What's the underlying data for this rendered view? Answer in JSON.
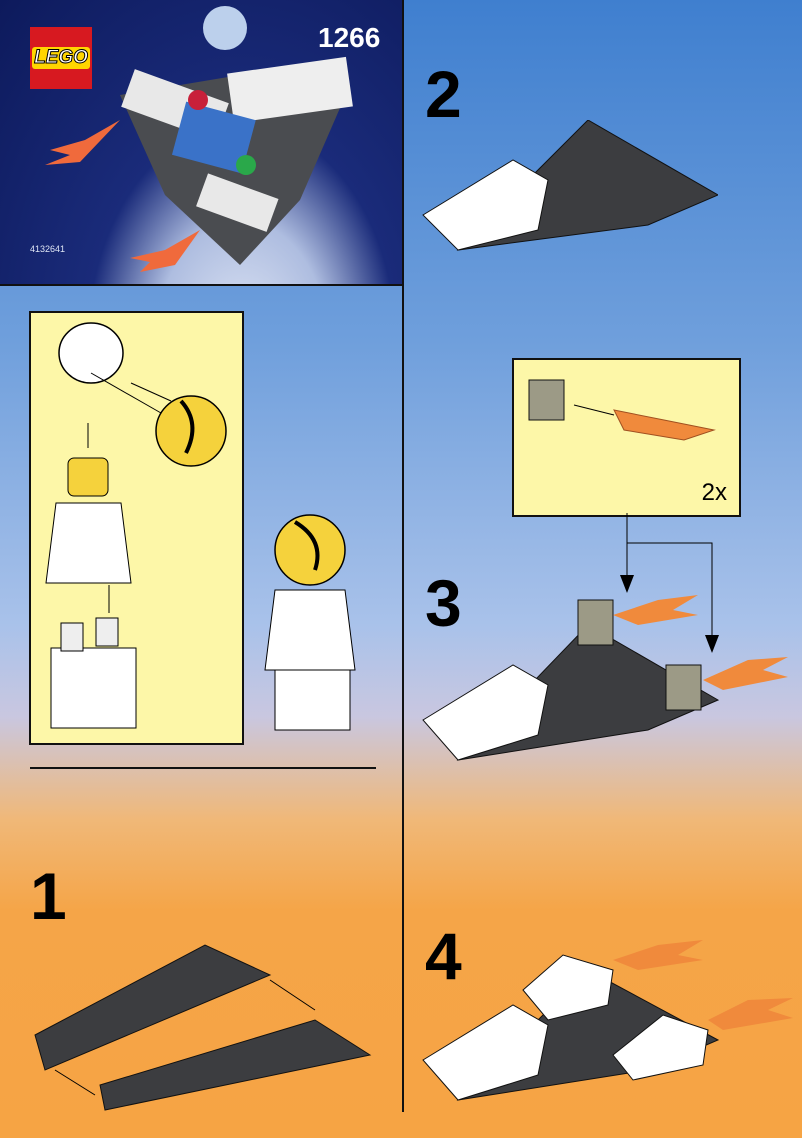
{
  "cover": {
    "set_number": "1266",
    "logo_text": "LEGO",
    "item_code": "4132641"
  },
  "steps": [
    {
      "number": "1"
    },
    {
      "number": "2"
    },
    {
      "number": "3",
      "callout_quantity": "2x"
    },
    {
      "number": "4"
    }
  ],
  "colors": {
    "plate": "#3c3d40",
    "white_brick": "#ffffff",
    "flame": "#f08a3c",
    "callout_bg": "#fdf7a8",
    "logo_red": "#d71920"
  }
}
